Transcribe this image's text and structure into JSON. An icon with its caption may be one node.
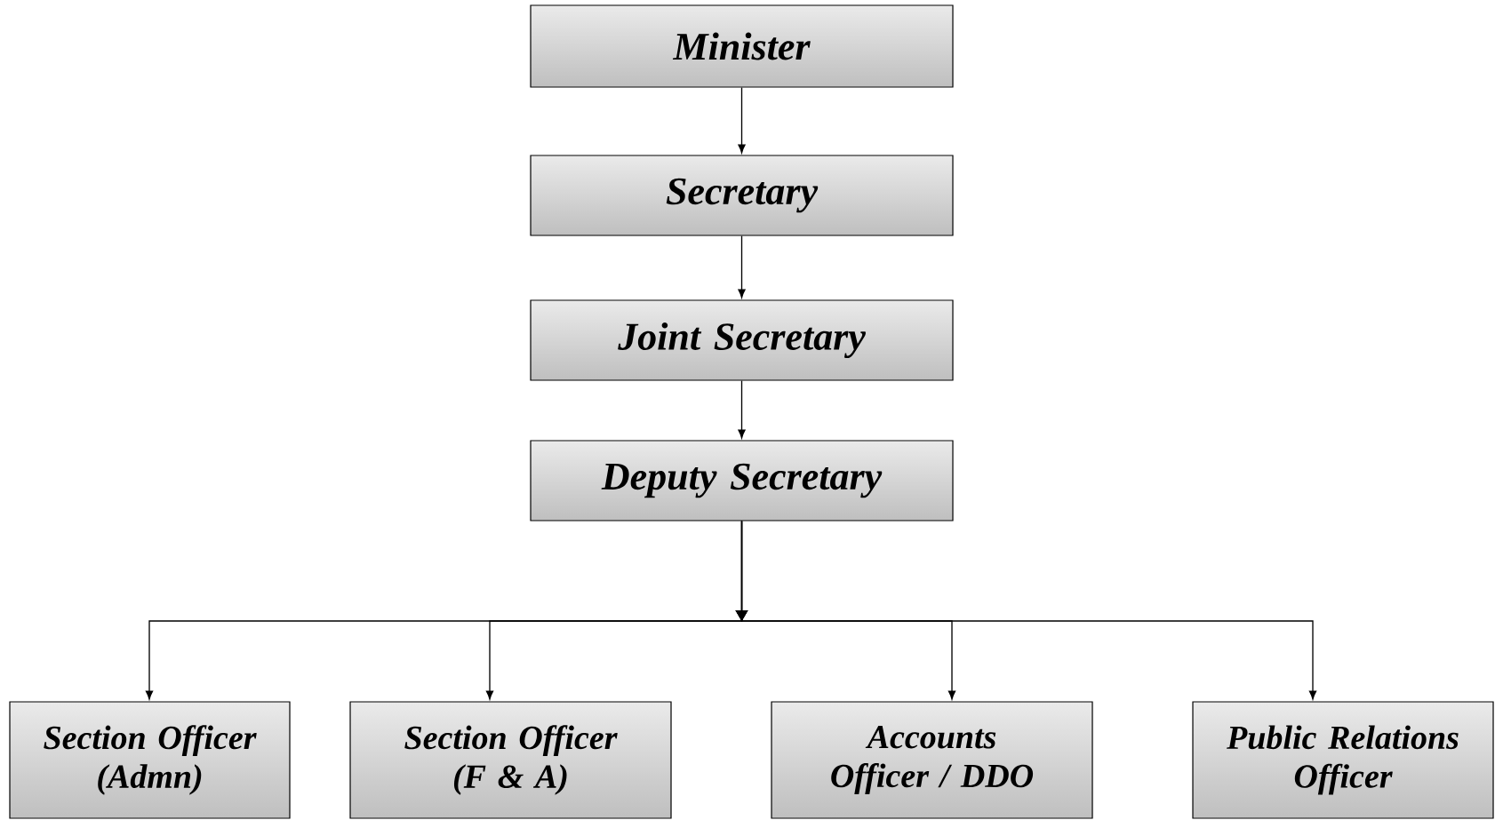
{
  "diagram": {
    "nodes": [
      {
        "text": [
          "Minister"
        ]
      },
      {
        "text": [
          "Secretary"
        ]
      },
      {
        "text": [
          "Joint Secretary"
        ]
      },
      {
        "text": [
          "Deputy Secretary"
        ]
      },
      {
        "text": [
          "Section Officer (Admn)"
        ]
      },
      {
        "text": [
          "Section Officer (F & A)"
        ]
      },
      {
        "text": [
          "Accounts Officer / DDO"
        ]
      },
      {
        "text": [
          "Public Relations Officer"
        ]
      }
    ],
    "edges": [
      {
        "from": 0,
        "to": 1,
        "arrow": "to"
      },
      {
        "from": 1,
        "to": 2,
        "arrow": "to"
      },
      {
        "from": 2,
        "to": 3,
        "arrow": "to"
      },
      {
        "from": 3,
        "to": 4,
        "arrow": "to"
      },
      {
        "from": 3,
        "to": 5,
        "arrow": "to"
      },
      {
        "from": 3,
        "to": 6,
        "arrow": "to"
      },
      {
        "from": 3,
        "to": 7,
        "arrow": "to"
      }
    ]
  }
}
